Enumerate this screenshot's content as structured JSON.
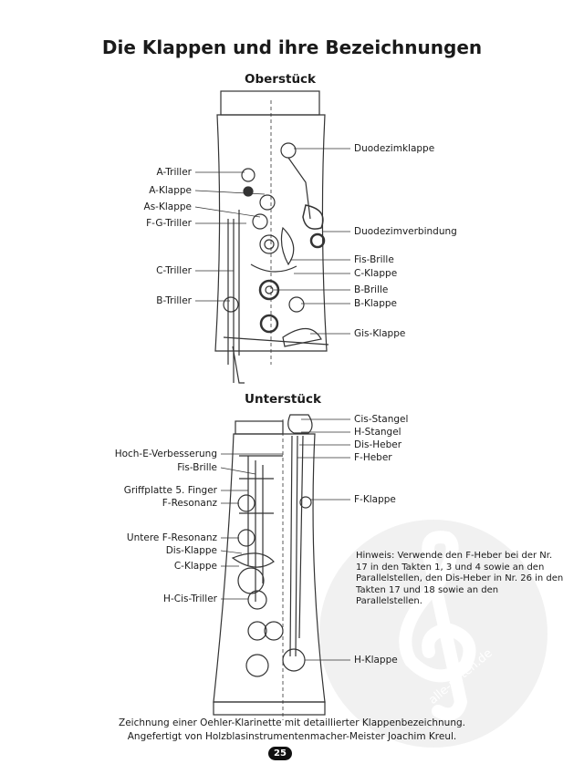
{
  "title": "Die Klappen und ihre Bezeichnungen",
  "upper": {
    "heading": "Oberstück",
    "left": [
      "A-Triller",
      "A-Klappe",
      "As-Klappe",
      "F-G-Triller",
      "C-Triller",
      "B-Triller"
    ],
    "right": [
      "Duodezimklappe",
      "Duodezimverbindung",
      "Fis-Brille",
      "C-Klappe",
      "B-Brille",
      "B-Klappe",
      "Gis-Klappe"
    ]
  },
  "lower": {
    "heading": "Unterstück",
    "left": [
      "Hoch-E-Verbesserung",
      "Fis-Brille",
      "Griffplatte 5. Finger",
      "F-Resonanz",
      "Untere F-Resonanz",
      "Dis-Klappe",
      "C-Klappe",
      "H-Cis-Triller"
    ],
    "right": [
      "Cis-Stangel",
      "H-Stangel",
      "Dis-Heber",
      "F-Heber",
      "F-Klappe",
      "H-Klappe"
    ]
  },
  "hint": "Hinweis: Verwende den F-Heber bei der Nr. 17 in den Takten 1, 3 und 4 sowie an den Parallelstellen, den Dis-Heber in Nr. 26 in den Takten 17 und 18 sowie an den Parallelstellen.",
  "caption": [
    "Zeichnung einer Oehler-Klarinette mit detaillierter Klappenbezeichnung.",
    "Angefertigt von Holzblasinstrumentenmacher-Meister Joachim Kreul."
  ],
  "page_number": "25",
  "watermark": "alle-noten.de"
}
